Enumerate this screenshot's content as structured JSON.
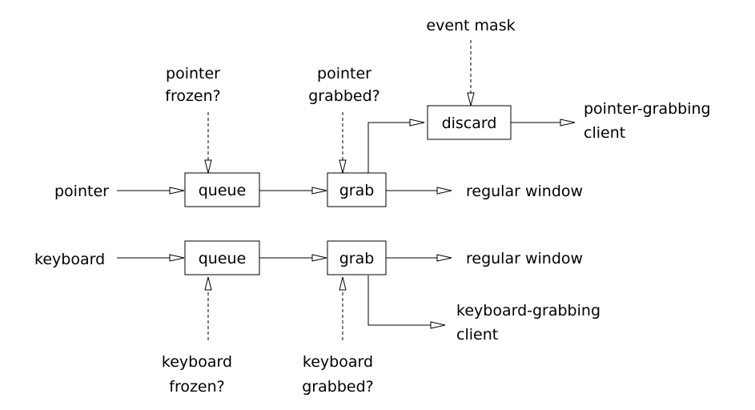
{
  "labels": {
    "event_mask": "event mask",
    "pointer_frozen_1": "pointer",
    "pointer_frozen_2": "frozen?",
    "pointer_grabbed_1": "pointer",
    "pointer_grabbed_2": "grabbed?",
    "pointer_grabbing_client_1": "pointer-grabbing",
    "pointer_grabbing_client_2": "client",
    "pointer_input": "pointer",
    "pointer_regular_window": "regular window",
    "keyboard_input": "keyboard",
    "keyboard_regular_window": "regular window",
    "keyboard_grabbing_client_1": "keyboard-grabbing",
    "keyboard_grabbing_client_2": "client",
    "keyboard_frozen_1": "keyboard",
    "keyboard_frozen_2": "frozen?",
    "keyboard_grabbed_1": "keyboard",
    "keyboard_grabbed_2": "grabbed?"
  },
  "boxes": {
    "pointer_queue": "queue",
    "pointer_grab": "grab",
    "discard": "discard",
    "keyboard_queue": "queue",
    "keyboard_grab": "grab"
  }
}
